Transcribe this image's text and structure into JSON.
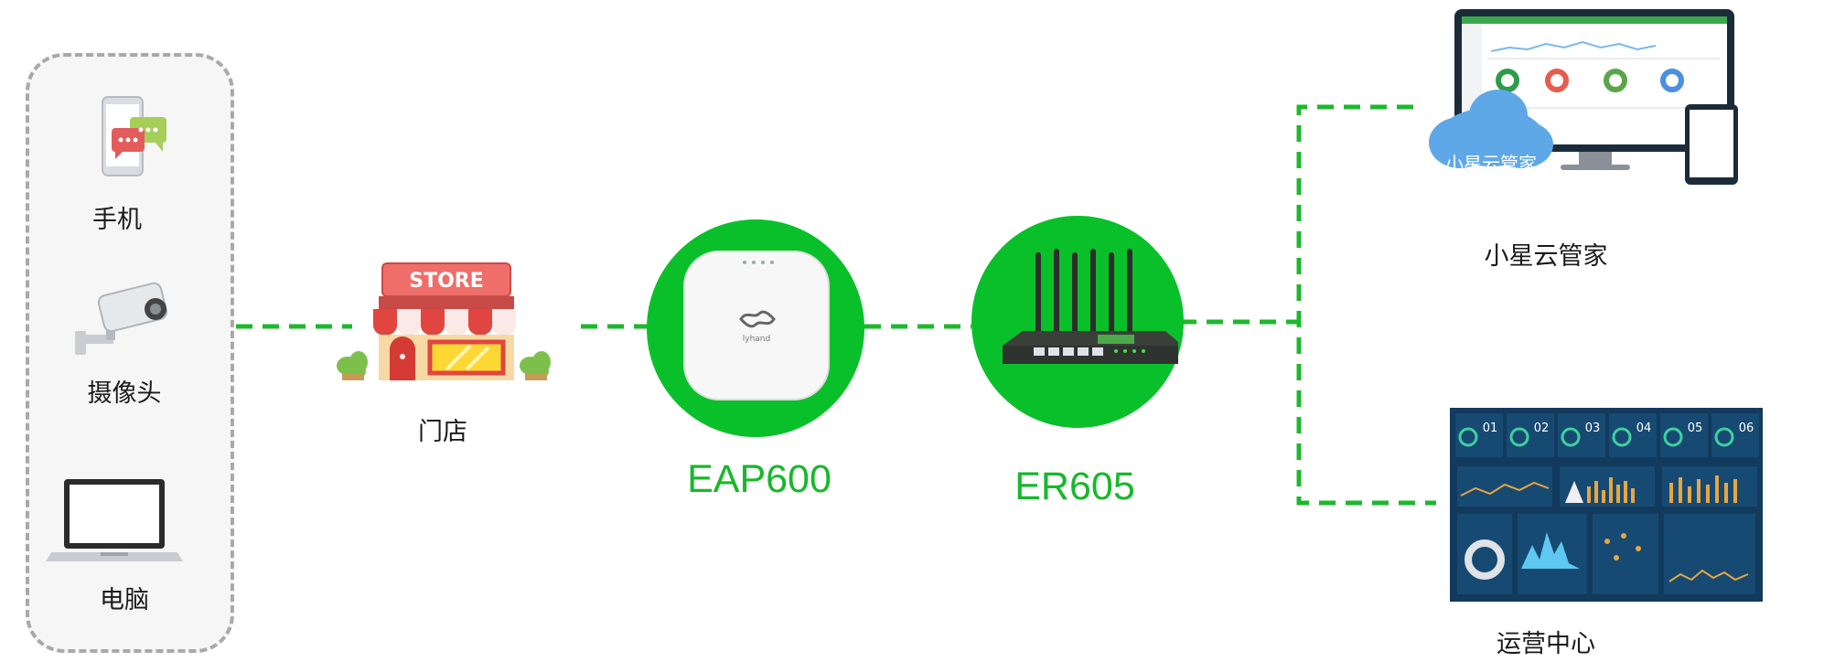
{
  "devices": {
    "phone_label": "手机",
    "camera_label": "摄像头",
    "pc_label": "电脑"
  },
  "store": {
    "label": "门店",
    "sign_text": "STORE"
  },
  "ap": {
    "label": "EAP600",
    "brand_text": "lyhand"
  },
  "router": {
    "label": "ER605"
  },
  "cloud": {
    "label": "小星云管家",
    "cloud_text": "小星云管家"
  },
  "ops": {
    "label": "运营中心",
    "panel_numbers": [
      "01",
      "02",
      "03",
      "04",
      "05",
      "06"
    ]
  },
  "colors": {
    "link_green": "#1db82c",
    "circle_green": "#0ac02a",
    "label_green": "#17b82a",
    "dashboard_bg": "#123a5c"
  }
}
